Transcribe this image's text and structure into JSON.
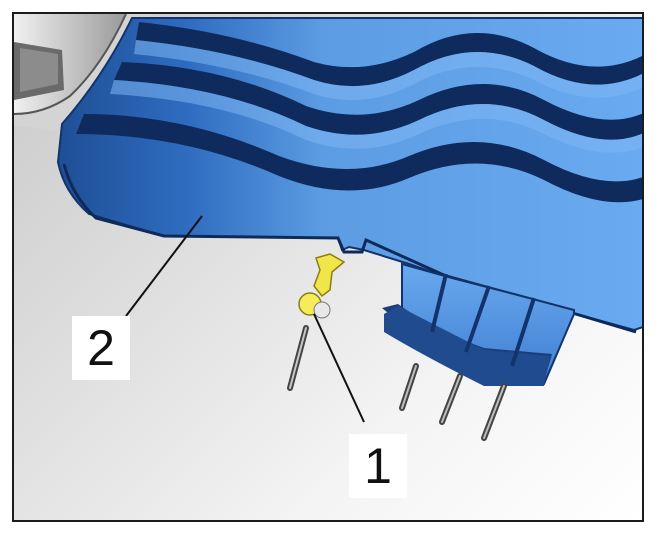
{
  "figure": {
    "callouts": [
      {
        "id": "1",
        "text": "1"
      },
      {
        "id": "2",
        "text": "2"
      }
    ]
  },
  "colors": {
    "cover": "#5b9be0",
    "cover_dark": "#12336b",
    "clip": "#f0e64a",
    "background_dark": "#c9c9c9",
    "background_light": "#ffffff"
  }
}
